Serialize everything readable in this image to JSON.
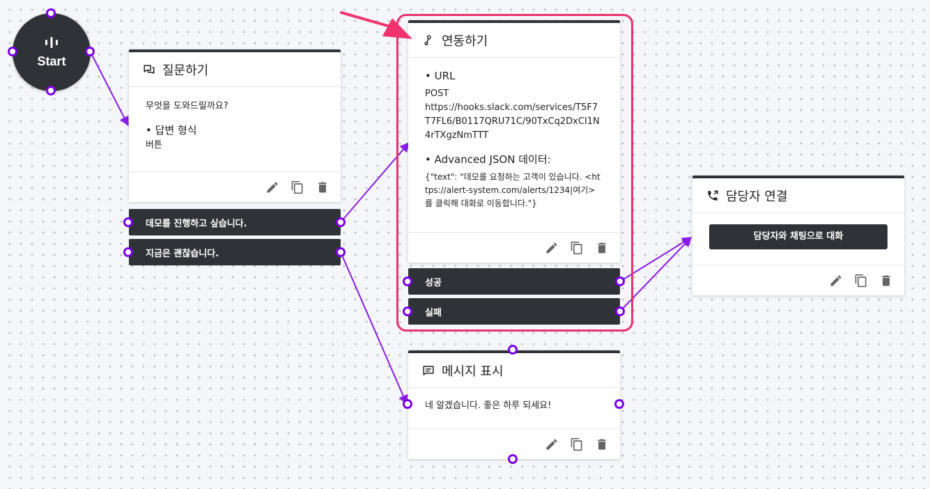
{
  "start": {
    "label": "Start",
    "icon": "voice-bars-icon"
  },
  "question_node": {
    "title": "질문하기",
    "icon": "chat-bubbles-icon",
    "question": "무엇을 도와드릴까요?",
    "answer_format_label": "• 답변 형식",
    "answer_format_value": "버튼",
    "options": [
      "데모를 진행하고 싶습니다.",
      "지금은 괜찮습니다."
    ]
  },
  "integration_node": {
    "title": "연동하기",
    "icon": "webhook-icon",
    "url_label": "• URL",
    "method": "POST",
    "url": "https://hooks.slack.com/services/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",
    "json_label": "• Advanced JSON 데이터:",
    "json": "{\"text\": \"데모를 요청하는 고객이 있습니다. <https://alert-system.com/alerts/1234|여기> 를 클릭해 대화로 이동합니다.\"}",
    "outcomes": [
      "성공",
      "실패"
    ]
  },
  "handoff_node": {
    "title": "담당자 연결",
    "icon": "phone-forward-icon",
    "button_label": "담당자와 채팅으로 대화"
  },
  "message_node": {
    "title": "메시지 표시",
    "icon": "message-icon",
    "text": "네 알겠습니다. 좋은 하루 되세요!"
  },
  "colors": {
    "node_dark": "#2f3338",
    "port": "#7a00e6",
    "edge": "#8a1be8",
    "highlight": "#e8316f",
    "arrow": "#f0326e"
  }
}
